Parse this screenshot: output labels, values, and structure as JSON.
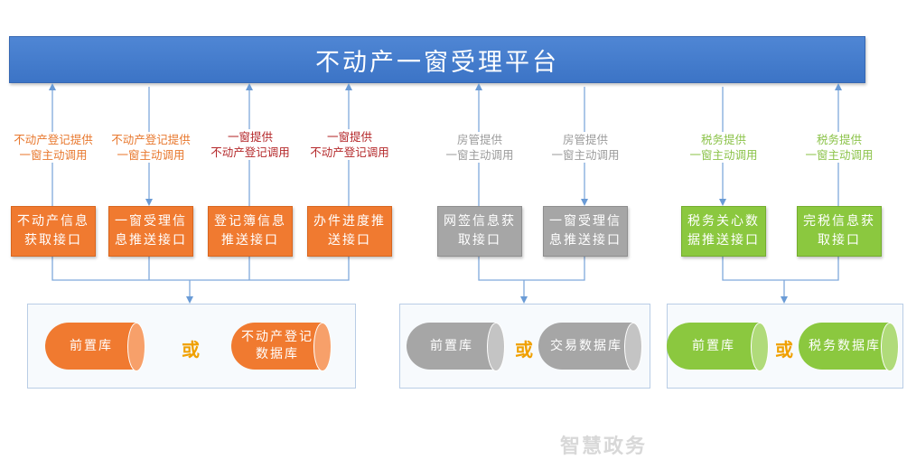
{
  "platform_title": "不动产一窗受理平台",
  "or_label": "或",
  "watermark": "智慧政务",
  "colors": {
    "platform": "#4a80d0",
    "orange": "#f07a30",
    "gray": "#a6a6a6",
    "green": "#8bc83f",
    "red_text": "#b4282a",
    "or_text": "#f0a000"
  },
  "connectors": [
    {
      "line1": "不动产登记提供",
      "line2": "一窗主动调用"
    },
    {
      "line1": "不动产登记提供",
      "line2": "一窗主动调用"
    },
    {
      "line1": "一窗提供",
      "line2": "不动产登记调用"
    },
    {
      "line1": "一窗提供",
      "line2": "不动产登记调用"
    },
    {
      "line1": "房管提供",
      "line2": "一窗主动调用"
    },
    {
      "line1": "房管提供",
      "line2": "一窗主动调用"
    },
    {
      "line1": "税务提供",
      "line2": "一窗主动调用"
    },
    {
      "line1": "税务提供",
      "line2": "一窗主动调用"
    }
  ],
  "interfaces": [
    {
      "line1": "不动产信息",
      "line2": "获取接口"
    },
    {
      "line1": "一窗受理信",
      "line2": "息推送接口"
    },
    {
      "line1": "登记簿信息",
      "line2": "推送接口"
    },
    {
      "line1": "办件进度推",
      "line2": "送接口"
    },
    {
      "line1": "网签信息获",
      "line2": "取接口"
    },
    {
      "line1": "一窗受理信",
      "line2": "息推送接口"
    },
    {
      "line1": "税务关心数",
      "line2": "据推送接口"
    },
    {
      "line1": "完税信息获",
      "line2": "取接口"
    }
  ],
  "databases": [
    {
      "left": "前置库",
      "right_line1": "不动产登记",
      "right_line2": "数据库"
    },
    {
      "left": "前置库",
      "right_line1": "交易数据库",
      "right_line2": ""
    },
    {
      "left": "前置库",
      "right_line1": "税务数据库",
      "right_line2": ""
    }
  ]
}
